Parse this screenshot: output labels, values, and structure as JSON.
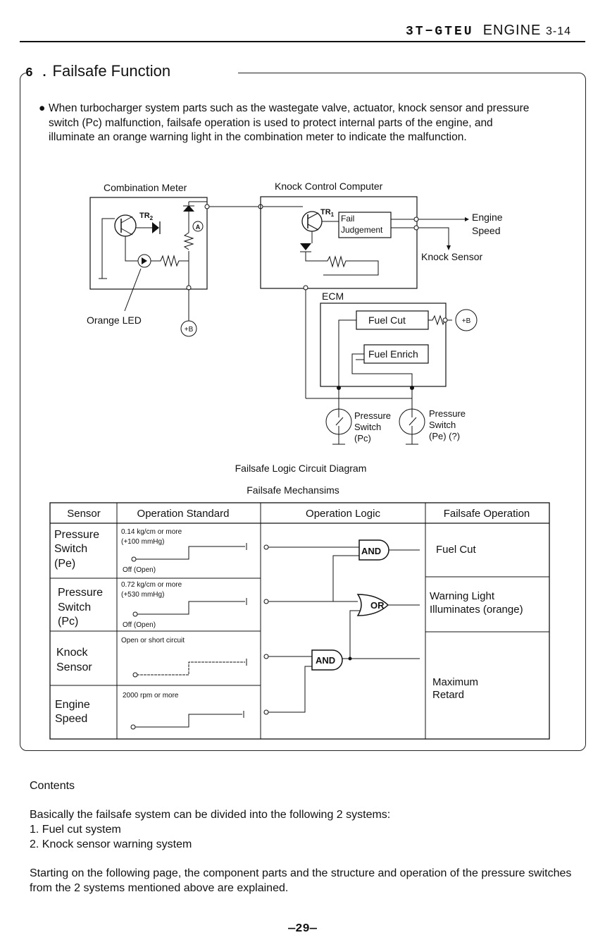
{
  "header": {
    "model": "3T−GTEU",
    "engine": "ENGINE",
    "page_ref": "3-14"
  },
  "section": {
    "number": "6 .",
    "title": "Failsafe Function"
  },
  "bullet_text": "When turbocharger system parts such as the wastegate valve, actuator, knock sensor and pressure switch (Pc) malfunction, failsafe operation is used to protect internal parts of the engine, and illuminate an orange warning light in the combination meter to indicate the malfunction.",
  "circuit": {
    "combination_meter": "Combination Meter",
    "knock_control_computer": "Knock Control Computer",
    "tr2": "TR",
    "tr2_sub": "2",
    "tr1": "TR",
    "tr1_sub": "1",
    "badge_a": "A",
    "fail_line1": "Fail",
    "fail_line2": "Judgement",
    "engine_speed_1": "Engine",
    "engine_speed_2": "Speed",
    "knock_sensor": "Knock Sensor",
    "orange_led": "Orange LED",
    "plus_b": "+B",
    "ecm": "ECM",
    "fuel_cut": "Fuel Cut",
    "fuel_enrich": "Fuel Enrich",
    "pc_1": "Pressure",
    "pc_2": "Switch",
    "pc_3": "(Pc)",
    "pe_1": "Pressure",
    "pe_2": "Switch",
    "pe_3": "(Pe) (?)",
    "caption": "Failsafe Logic Circuit Diagram"
  },
  "table": {
    "caption": "Failsafe Mechansims",
    "headers": [
      "Sensor",
      "Operation Standard",
      "Operation Logic",
      "Failsafe Operation"
    ],
    "rows": [
      {
        "sensor": [
          "Pressure",
          "Switch",
          "(Pe)"
        ],
        "std1": "0.14 kg/cm or more",
        "std2": "(+100 mmHg)",
        "std_off": "Off (Open)"
      },
      {
        "sensor": [
          "Pressure",
          "Switch",
          "(Pc)"
        ],
        "std1": "0.72 kg/cm or more",
        "std2": "(+530 mmHg)",
        "std_off": "Off (Open)"
      },
      {
        "sensor": [
          "Knock",
          "Sensor"
        ],
        "std1": "Open or short circuit"
      },
      {
        "sensor": [
          "Engine",
          "Speed"
        ],
        "std1": "2000 rpm or more"
      }
    ],
    "gates": {
      "and": "AND",
      "or": "OR"
    },
    "ops": {
      "fuel_cut": "Fuel Cut",
      "warning_1": "Warning Light",
      "warning_2": "Illuminates (orange)",
      "retard_1": "Maximum",
      "retard_2": "Retard"
    }
  },
  "contents": {
    "heading": "Contents",
    "intro": "Basically the failsafe system can be divided into the following 2 systems:",
    "item1": "1. Fuel cut system",
    "item2": "2. Knock sensor warning system",
    "closing": "Starting on the following page, the component parts and the structure and operation of the pressure switches from the 2 systems mentioned above are explained."
  },
  "page_number": "—29—"
}
